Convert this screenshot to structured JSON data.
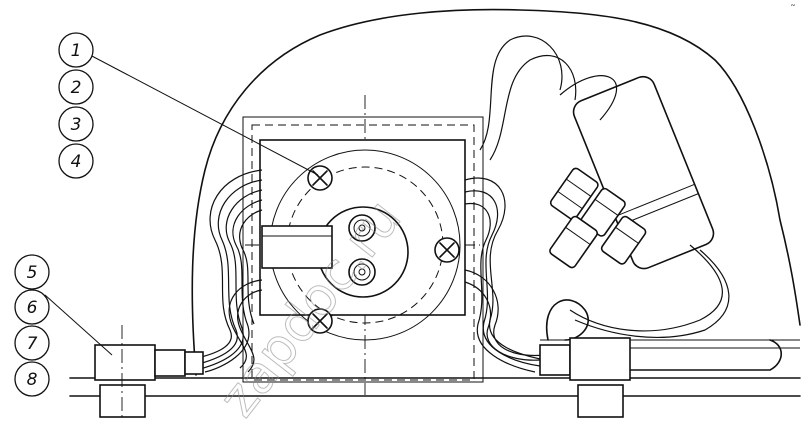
{
  "callouts_top": [
    "1",
    "2",
    "3",
    "4"
  ],
  "callouts_bottom": [
    "5",
    "6",
    "7",
    "8"
  ],
  "watermark": "zapdoc.ru",
  "corner_mark": "˜"
}
